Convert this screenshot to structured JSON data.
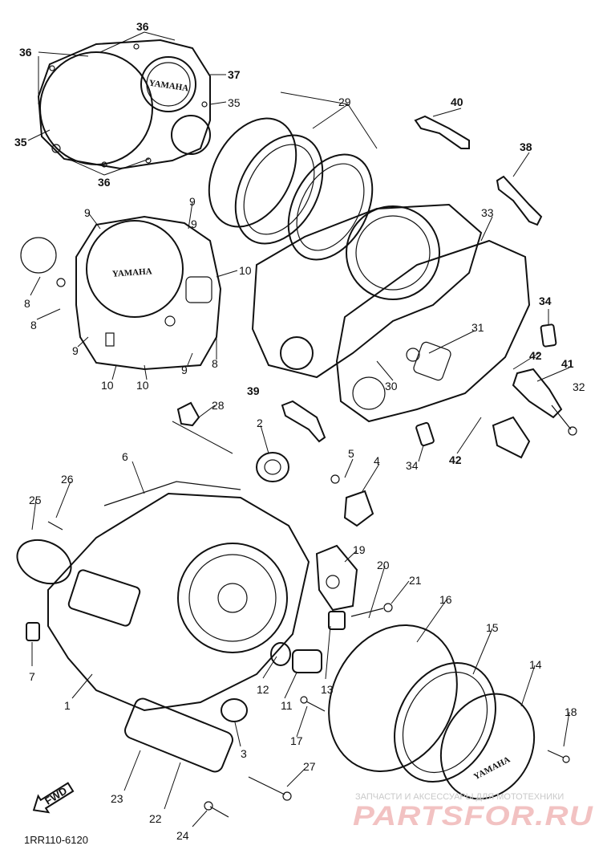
{
  "diagram": {
    "callouts": {
      "c1": "1",
      "c2": "2",
      "c3": "3",
      "c4": "4",
      "c5": "5",
      "c6": "6",
      "c7": "7",
      "c8a": "8",
      "c8b": "8",
      "c8c": "8",
      "c9a": "9",
      "c9b": "9",
      "c9c": "9",
      "c9d": "9",
      "c10a": "10",
      "c10b": "10",
      "c10c": "10",
      "c11": "11",
      "c12": "12",
      "c13": "13",
      "c14": "14",
      "c15": "15",
      "c16": "16",
      "c17": "17",
      "c18": "18",
      "c19": "19",
      "c20": "20",
      "c21": "21",
      "c22": "22",
      "c23": "23",
      "c24": "24",
      "c25": "25",
      "c26": "26",
      "c27": "27",
      "c28": "28",
      "c29": "29",
      "c30": "30",
      "c31": "31",
      "c32": "32",
      "c33": "33",
      "c34a": "34",
      "c34b": "34",
      "c35a": "35",
      "c35b": "35",
      "c36a": "36",
      "c36b": "36",
      "c36c": "36",
      "c37": "37",
      "c38": "38",
      "c39": "39",
      "c40": "40",
      "c41": "41",
      "c42a": "42",
      "c42b": "42"
    },
    "brand_marks": {
      "brand1": "YAMAHA",
      "brand2": "YAMAHA",
      "brand3": "YAMAHA"
    },
    "fwd_label": "FWD",
    "diagram_code": "1RR110-6120"
  },
  "watermark": {
    "caption": "ЗАПЧАСТИ И АКСЕССУАРЫ ДЛЯ МОТОТЕХНИКИ",
    "site": "PARTSFOR.RU"
  }
}
